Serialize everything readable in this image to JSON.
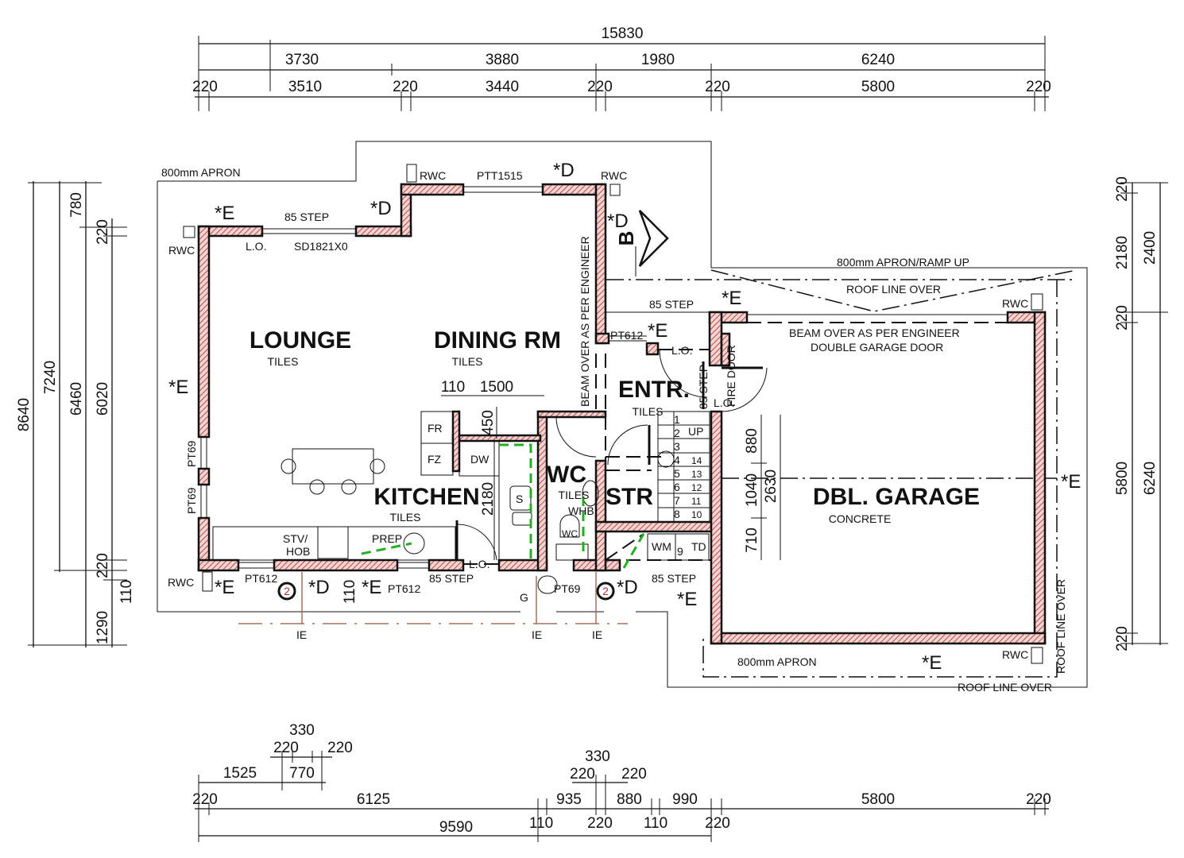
{
  "title": "Ground Floor Plan",
  "colors": {
    "wall_hatch": "#c0504d",
    "wall_fill": "#f3d6d4",
    "services": "#22b022",
    "drainage": "#a0705a"
  },
  "dimensions": {
    "top_overall": "15830",
    "top_row1": [
      "3730",
      "3880",
      "1980",
      "6240"
    ],
    "top_row2": [
      "220",
      "3510",
      "220",
      "3440",
      "220",
      "220",
      "5800",
      "220"
    ],
    "left_outer": [
      "8640"
    ],
    "left_row2": [
      "7240"
    ],
    "left_row3": [
      "780",
      "6460",
      "1290"
    ],
    "left_row4": [
      "220",
      "6020",
      "220",
      "110"
    ],
    "right_row1": [
      "220",
      "2180",
      "220",
      "5800",
      "220"
    ],
    "right_row2": [
      "2400",
      "6240"
    ],
    "bottom_upper_left": [
      "330",
      "220",
      "220",
      "1525",
      "770"
    ],
    "bottom_upper_mid": [
      "330",
      "220",
      "220"
    ],
    "bottom_row": [
      "220",
      "6125",
      "935",
      "880",
      "990",
      "5800",
      "220"
    ],
    "bottom_total": [
      "9590",
      "110",
      "220",
      "110",
      "220"
    ],
    "internal": [
      "110",
      "1500",
      "450",
      "2180",
      "880",
      "1040",
      "2630",
      "710",
      "110"
    ]
  },
  "rooms": {
    "lounge": {
      "name": "LOUNGE",
      "finish": "TILES"
    },
    "dining": {
      "name": "DINING RM",
      "finish": "TILES"
    },
    "kitchen": {
      "name": "KITCHEN",
      "finish": "TILES"
    },
    "entry": {
      "name": "ENTR.",
      "finish": "TILES"
    },
    "wc": {
      "name": "WC",
      "finish": "TILES"
    },
    "store": {
      "name": "STR"
    },
    "garage": {
      "name": "DBL. GARAGE",
      "finish": "CONCRETE"
    }
  },
  "labels": {
    "apron_left": "800mm APRON",
    "apron_garage": "800mm APRON",
    "apron_ramp": "800mm APRON/RAMP UP",
    "roof_line_over_top": "ROOF LINE OVER",
    "roof_line_over_bottom": "ROOF LINE OVER",
    "roof_line_over_side": "ROOF LINE OVER",
    "beam_garage": "BEAM OVER AS PER ENGINEER",
    "garage_door": "DOUBLE GARAGE DOOR",
    "beam_dining": "BEAM OVER AS PER ENGINEER",
    "fire_door": "FIRE DOOR",
    "ptt1515": "PTT1515",
    "sd1821": "SD1821X0",
    "lo": "L.O.",
    "step85": "85 STEP",
    "pt612": "PT612",
    "pt69": "PT69",
    "rwc": "RWC",
    "fr": "FR",
    "fz": "FZ",
    "dw": "DW",
    "s": "S",
    "stv": "STV/",
    "hob": "HOB",
    "prep": "PREP",
    "whb": "WHB",
    "wcpan": "WC",
    "wm": "WM",
    "td": "TD",
    "up": "UP",
    "g": "G",
    "ie": "IE",
    "star_e": "*E",
    "star_d": "*D",
    "downpipe": "2",
    "section": "B"
  },
  "stair_treads": [
    "1",
    "2",
    "3",
    "4",
    "5",
    "6",
    "7",
    "8",
    "9",
    "10",
    "11",
    "12",
    "13",
    "14"
  ]
}
